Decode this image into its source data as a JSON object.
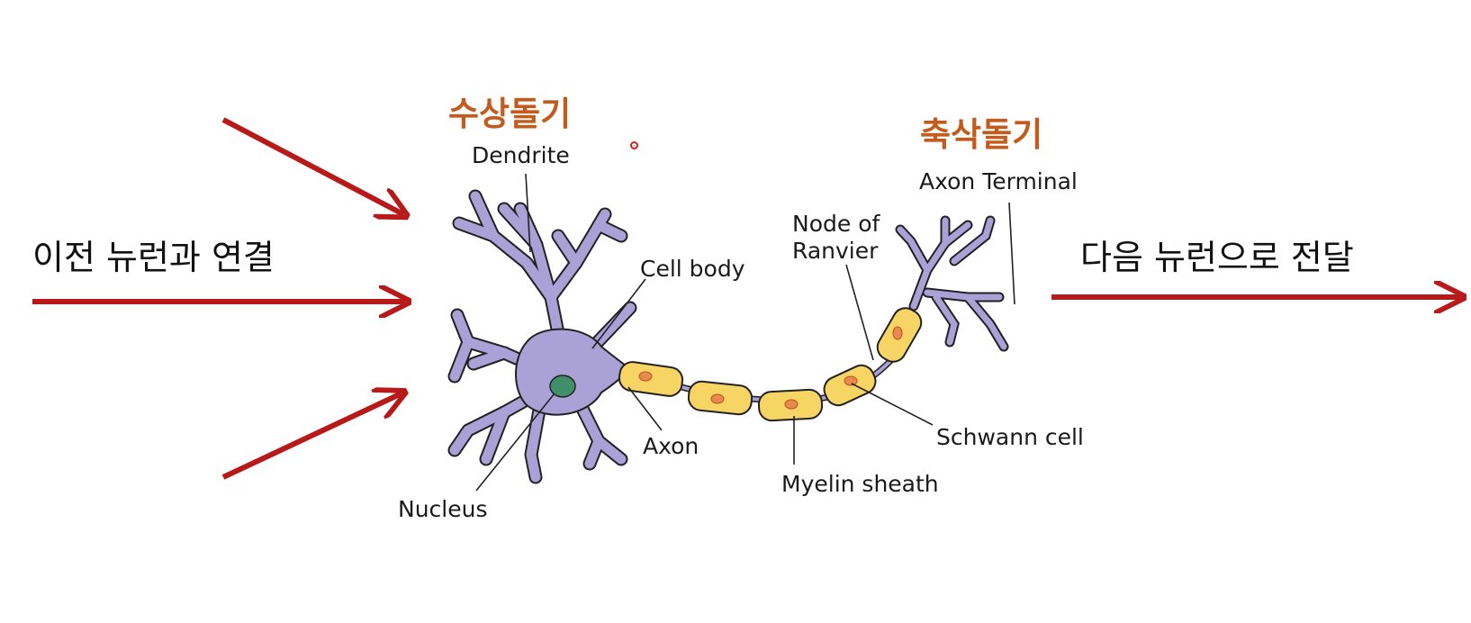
{
  "left_caption": "이전 뉴런과 연결",
  "right_caption": "다음 뉴런으로 전달",
  "dendrite_korean": "수상돌기",
  "axon_terminal_korean": "축삭돌기",
  "labels": {
    "dendrite": "Dendrite",
    "cell_body": "Cell body",
    "node_of_ranvier_line1": "Node of",
    "node_of_ranvier_line2": "Ranvier",
    "axon_terminal": "Axon Terminal",
    "axon": "Axon",
    "nucleus": "Nucleus",
    "myelin_sheath": "Myelin sheath",
    "schwann_cell": "Schwann cell"
  },
  "colors": {
    "arrow": "#b81a1a",
    "neuron_body": "#aaa1d6",
    "nucleus": "#3f8f6b",
    "myelin": "#f6d564",
    "myelin_nucleus": "#e58b4f",
    "korean_accent": "#c45a1c"
  }
}
